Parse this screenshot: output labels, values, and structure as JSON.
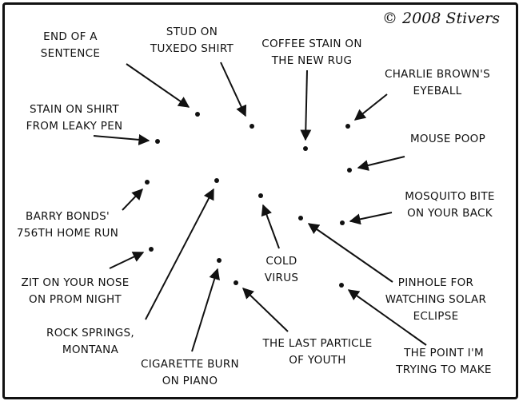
{
  "copyright": "© 2008 Stivers",
  "labels": {
    "end_of_sentence": [
      "END OF A",
      "SENTENCE"
    ],
    "stud_on_shirt": [
      "STUD ON",
      "TUXEDO SHIRT"
    ],
    "coffee_stain": [
      "COFFEE STAIN ON",
      "THE NEW RUG"
    ],
    "charlie_brown": [
      "CHARLIE BROWN'S",
      "EYEBALL"
    ],
    "stain_on_shirt": [
      "STAIN ON SHIRT",
      "FROM LEAKY PEN"
    ],
    "mouse_poop": [
      "MOUSE POOP"
    ],
    "barry_bonds": [
      "BARRY BONDS'",
      "756TH HOME RUN"
    ],
    "mosquito_bite": [
      "MOSQUITO BITE",
      "ON YOUR BACK"
    ],
    "zit": [
      "ZIT ON YOUR NOSE",
      "ON PROM NIGHT"
    ],
    "cold_virus": [
      "COLD",
      "VIRUS"
    ],
    "pinhole": [
      "PINHOLE FOR",
      "WATCHING SOLAR",
      "ECLIPSE"
    ],
    "rock_springs": [
      "ROCK SPRINGS,",
      "MONTANA"
    ],
    "last_particle": [
      "THE LAST PARTICLE",
      "OF YOUTH"
    ],
    "point": [
      "THE POINT I'M",
      "TRYING TO MAKE"
    ],
    "cigarette": [
      "CIGARETTE BURN",
      "ON PIANO"
    ]
  }
}
